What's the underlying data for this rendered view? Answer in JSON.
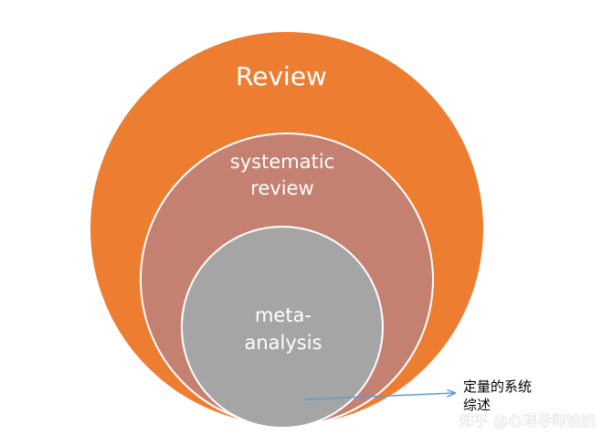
{
  "labels": {
    "outer": "Review",
    "middle_line1": "systematic",
    "middle_line2": "review",
    "inner_line1": "meta-",
    "inner_line2": "analysis"
  },
  "annotation": {
    "line1": "定量的系统",
    "line2": "综述"
  },
  "watermark": "知乎 @心理导师姐姐",
  "colors": {
    "outer_circle": "#ED7D31",
    "middle_circle": "#C48172",
    "inner_circle": "#A5A5A5",
    "circle_stroke": "#ffffff",
    "arrow": "#5B9BD5"
  }
}
